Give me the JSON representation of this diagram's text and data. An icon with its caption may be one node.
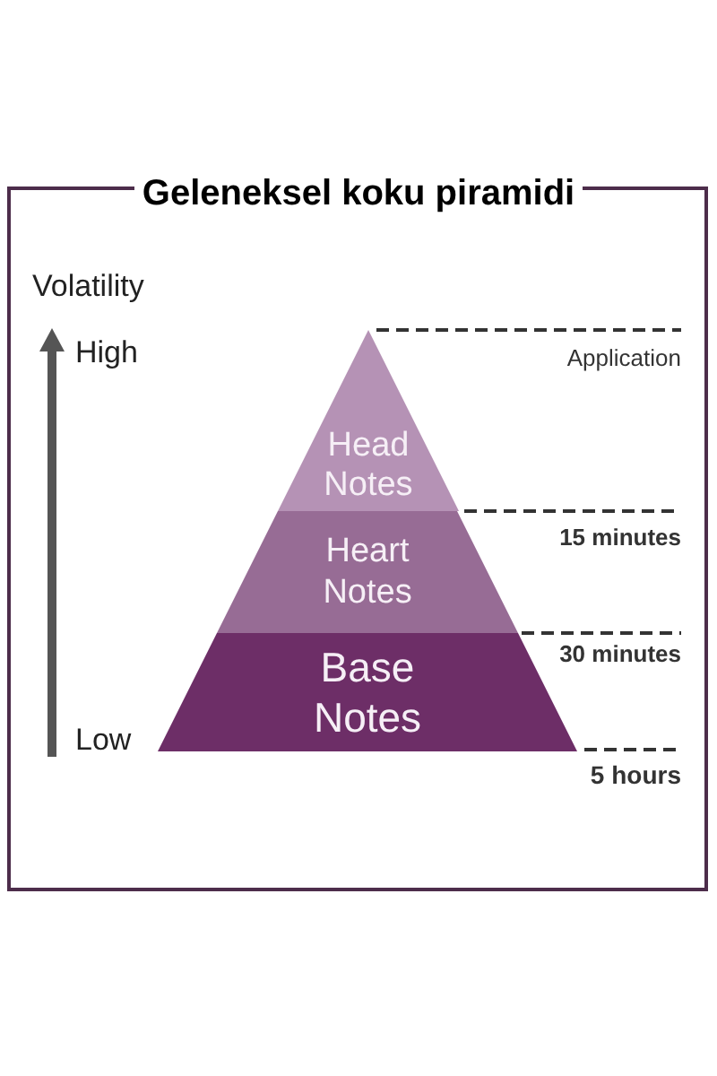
{
  "diagram": {
    "title": "Geleneksel koku piramidi",
    "nodes": [
      {
        "text": [
          "Head Notes"
        ]
      },
      {
        "text": [
          "Heart Notes"
        ]
      },
      {
        "text": [
          "Base Notes"
        ]
      }
    ],
    "labels": [
      "Volatility",
      "High",
      "Application",
      "15 minutes",
      "30 minutes",
      "Low",
      "5 hours"
    ]
  }
}
